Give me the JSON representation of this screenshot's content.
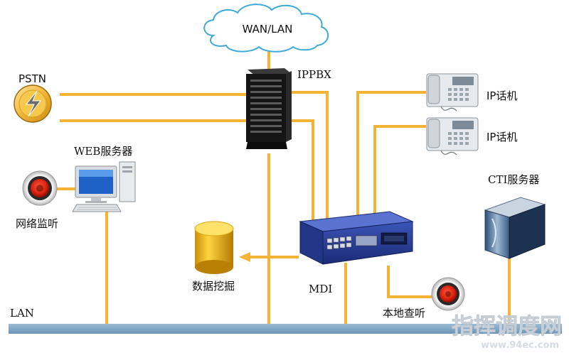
{
  "nodes": {
    "wan": "WAN/LAN",
    "pstn": "PSTN",
    "ippbx": "IPPBX",
    "ip_phone_1": "IP话机",
    "ip_phone_2": "IP话机",
    "web_server": "WEB服务器",
    "network_monitor": "网络监听",
    "cti_server": "CTI服务器",
    "data_mining": "数据挖掘",
    "mdi": "MDI",
    "local_monitor": "本地查听",
    "lan": "LAN"
  },
  "watermark": {
    "title": "指挥调度网",
    "url": "www.94ec.com"
  },
  "colors": {
    "link": "#F5B335",
    "lan_bar": "#7FA6C4",
    "cloud_stroke": "#3FA9D8",
    "watermark": "#D6DCE3"
  }
}
